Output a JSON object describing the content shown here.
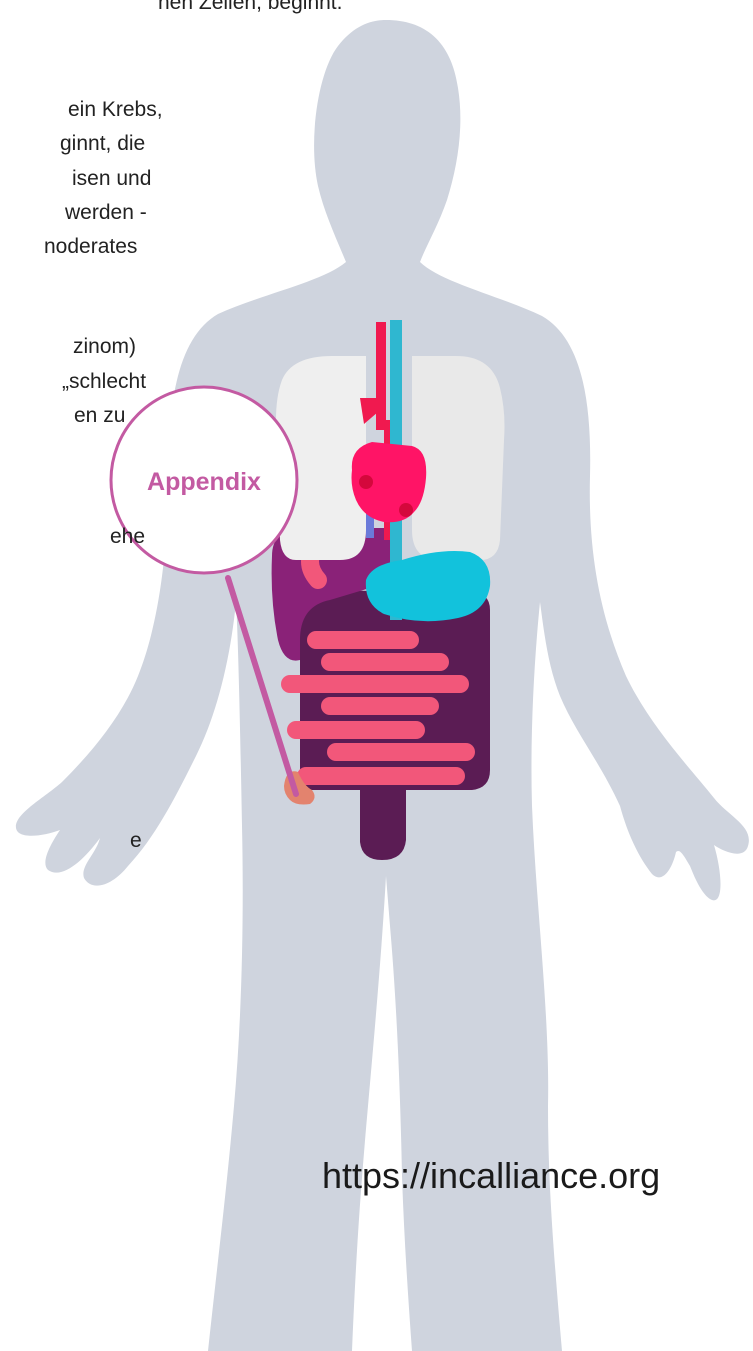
{
  "text_fragments": [
    "nen Zellen, beginnt.",
    "ein Krebs,",
    "ginnt, die",
    "isen und",
    "werden -",
    "noderates",
    "zinom)",
    "„schlecht",
    "en zu",
    "ehe",
    "e"
  ],
  "callout": {
    "label": "Appendix"
  },
  "source": {
    "url": "https://incalliance.org"
  },
  "colors": {
    "silhouette": "#cfd4de",
    "callout_accent": "#c35aa2",
    "lungs": "#f1f1f1",
    "heart": "#ff1466",
    "artery": "#f0194f",
    "vein": "#2fb7d0",
    "stomach": "#12c2dc",
    "liver": "#8a2278",
    "large_intestine": "#5b1c54",
    "small_intestine": "#f2577a",
    "appendix": "#e3836e"
  }
}
